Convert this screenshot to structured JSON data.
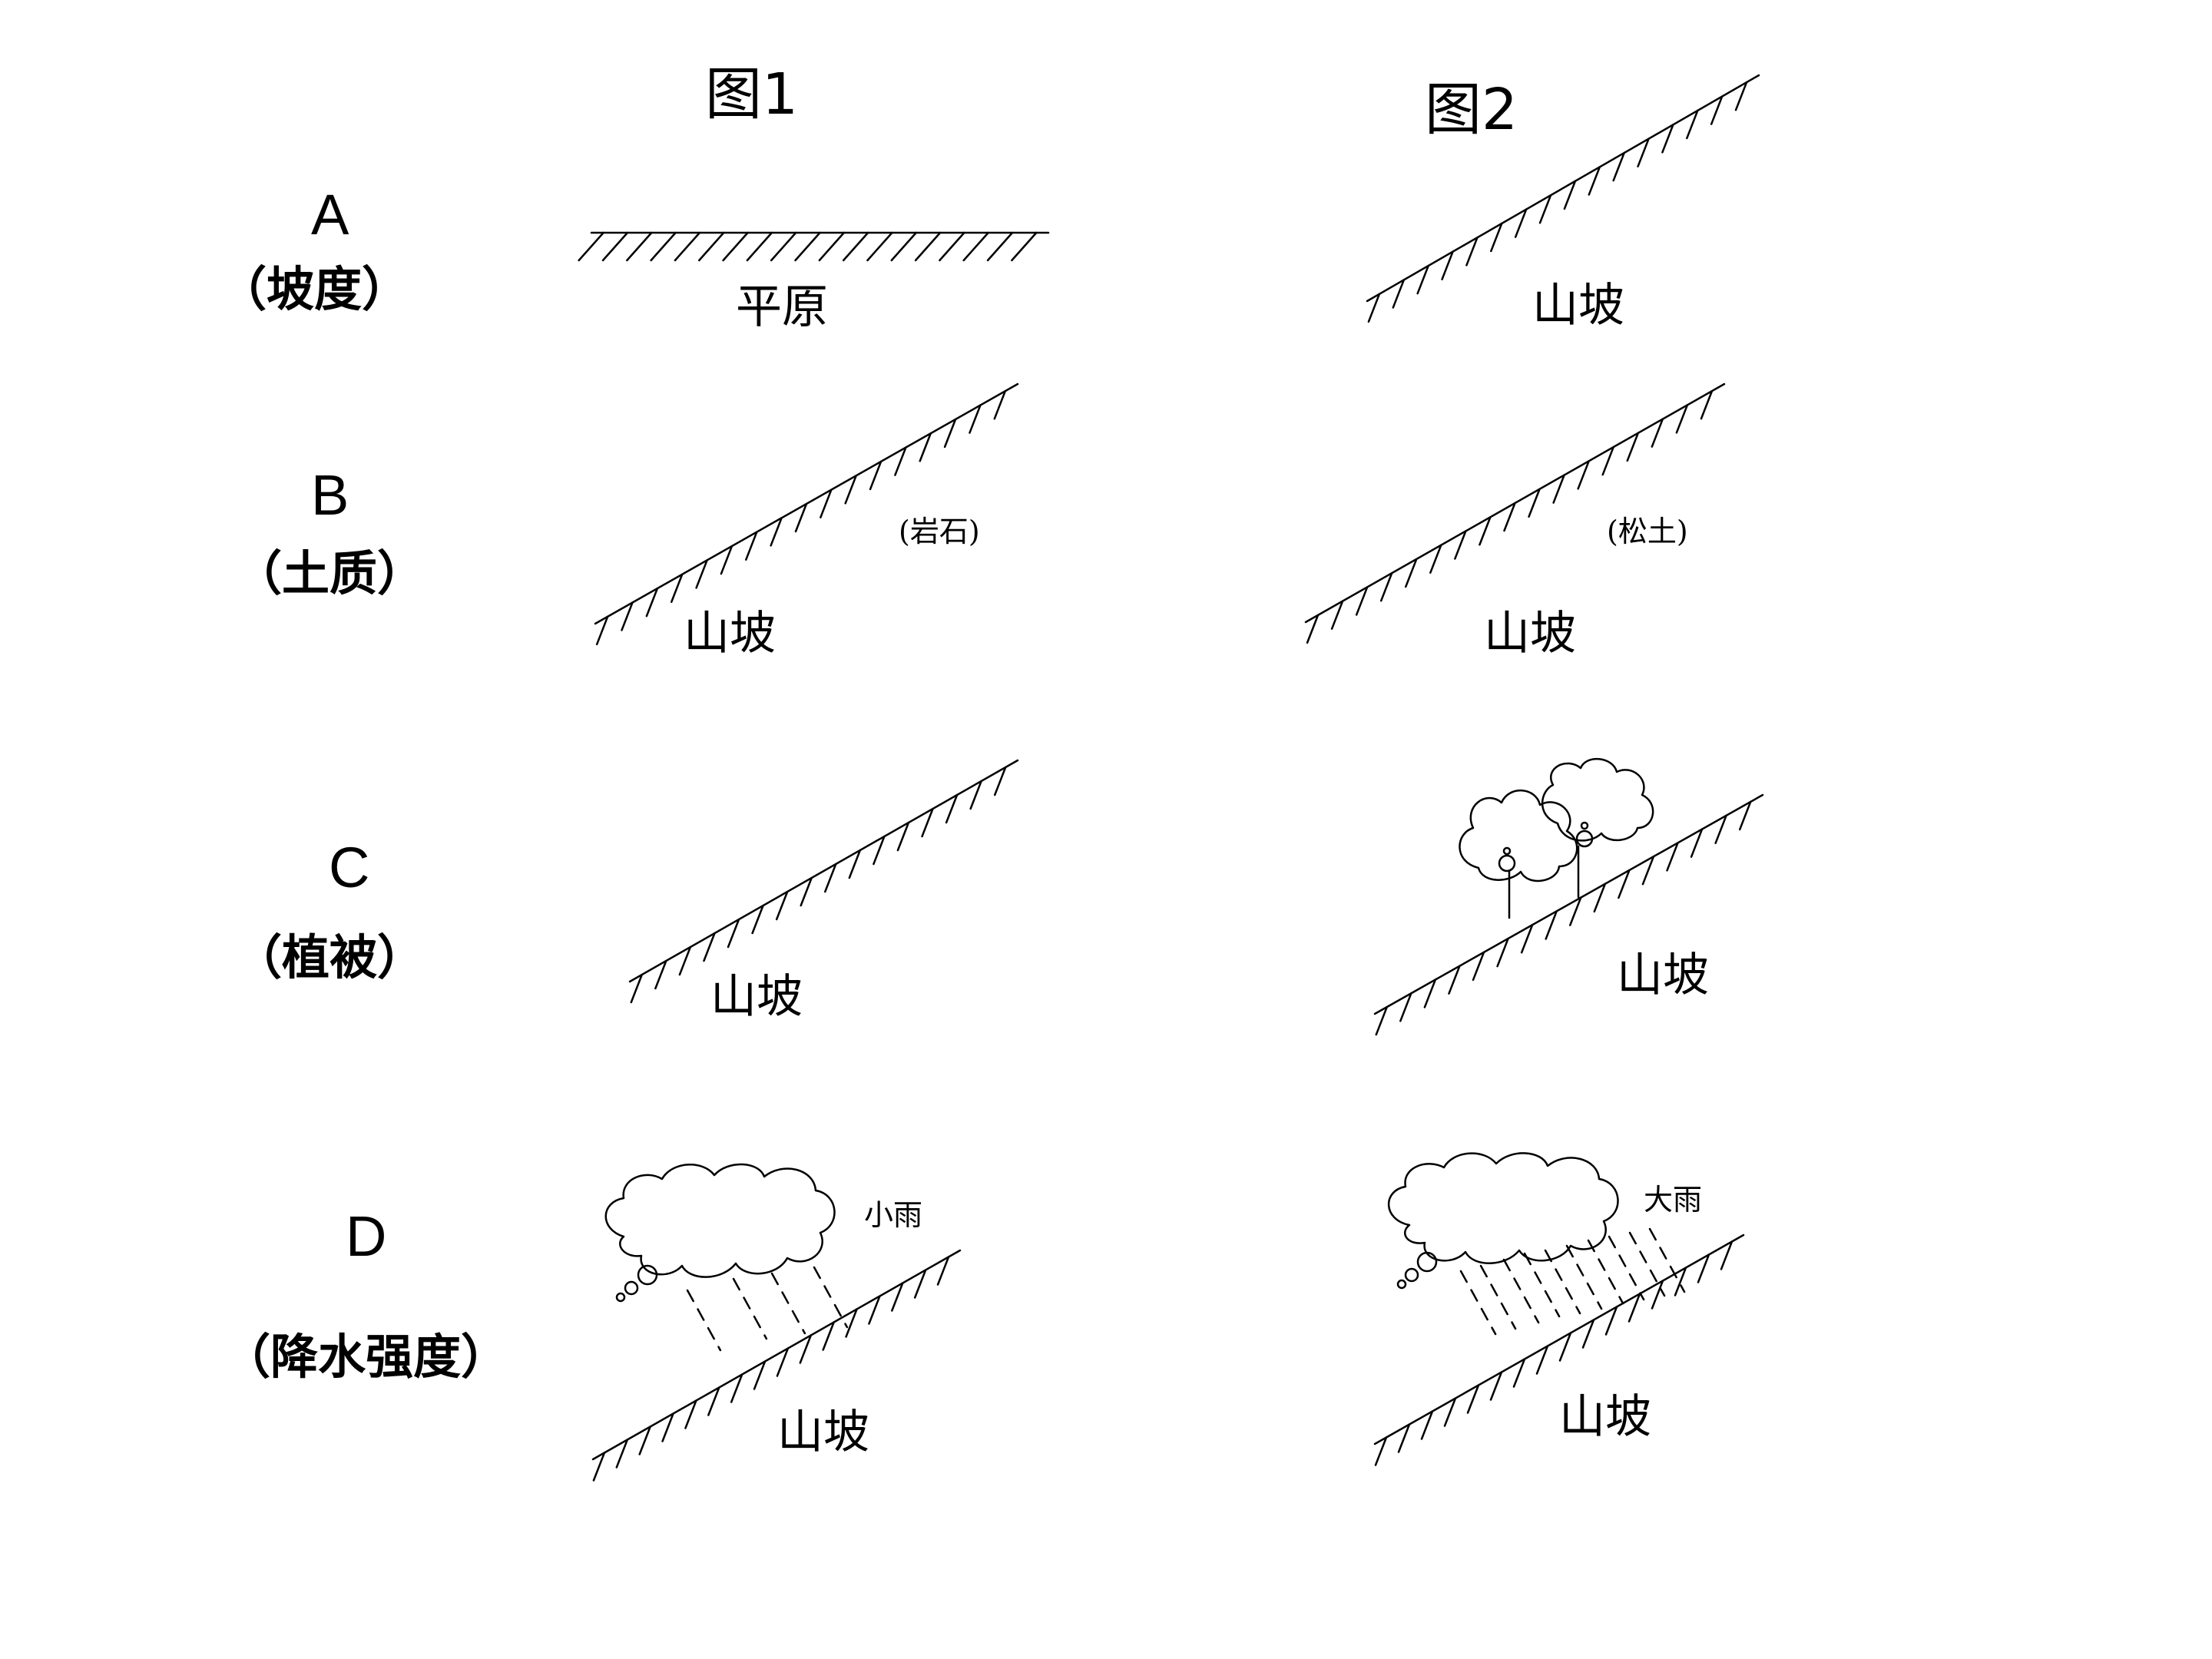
{
  "headers": {
    "fig1": "图1",
    "fig2": "图2"
  },
  "rows": [
    {
      "letter": "A",
      "factor": "（坡度）",
      "fig1": {
        "label": "平原"
      },
      "fig2": {
        "label": "山坡"
      }
    },
    {
      "letter": "B",
      "factor": "（土质）",
      "fig1": {
        "label": "山坡",
        "note": "(岩石)"
      },
      "fig2": {
        "label": "山坡",
        "note": "(松土)"
      }
    },
    {
      "letter": "C",
      "factor": "（植被）",
      "fig1": {
        "label": "山坡"
      },
      "fig2": {
        "label": "山坡"
      }
    },
    {
      "letter": "D",
      "factor": "（降水强度）",
      "fig1": {
        "label": "山坡",
        "rain": "小雨"
      },
      "fig2": {
        "label": "山坡",
        "rain": "大雨"
      }
    }
  ]
}
